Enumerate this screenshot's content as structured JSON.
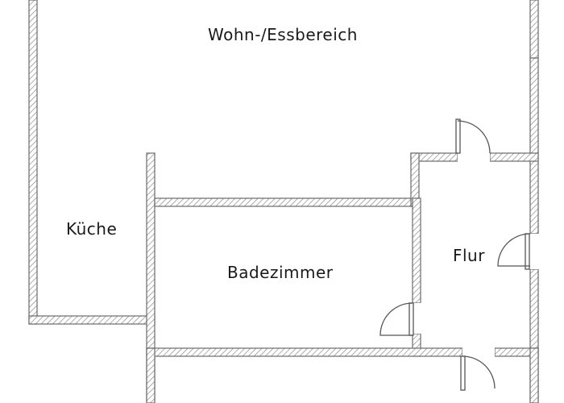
{
  "plan": {
    "rooms": {
      "living_dining": "Wohn-/Essbereich",
      "kitchen": "Küche",
      "bathroom": "Badezimmer",
      "hallway": "Flur"
    },
    "colors": {
      "wall_stroke": "#6a6a6a",
      "hatch": "#8a8a8a",
      "background": "#ffffff",
      "text": "#1a1a1a"
    }
  }
}
